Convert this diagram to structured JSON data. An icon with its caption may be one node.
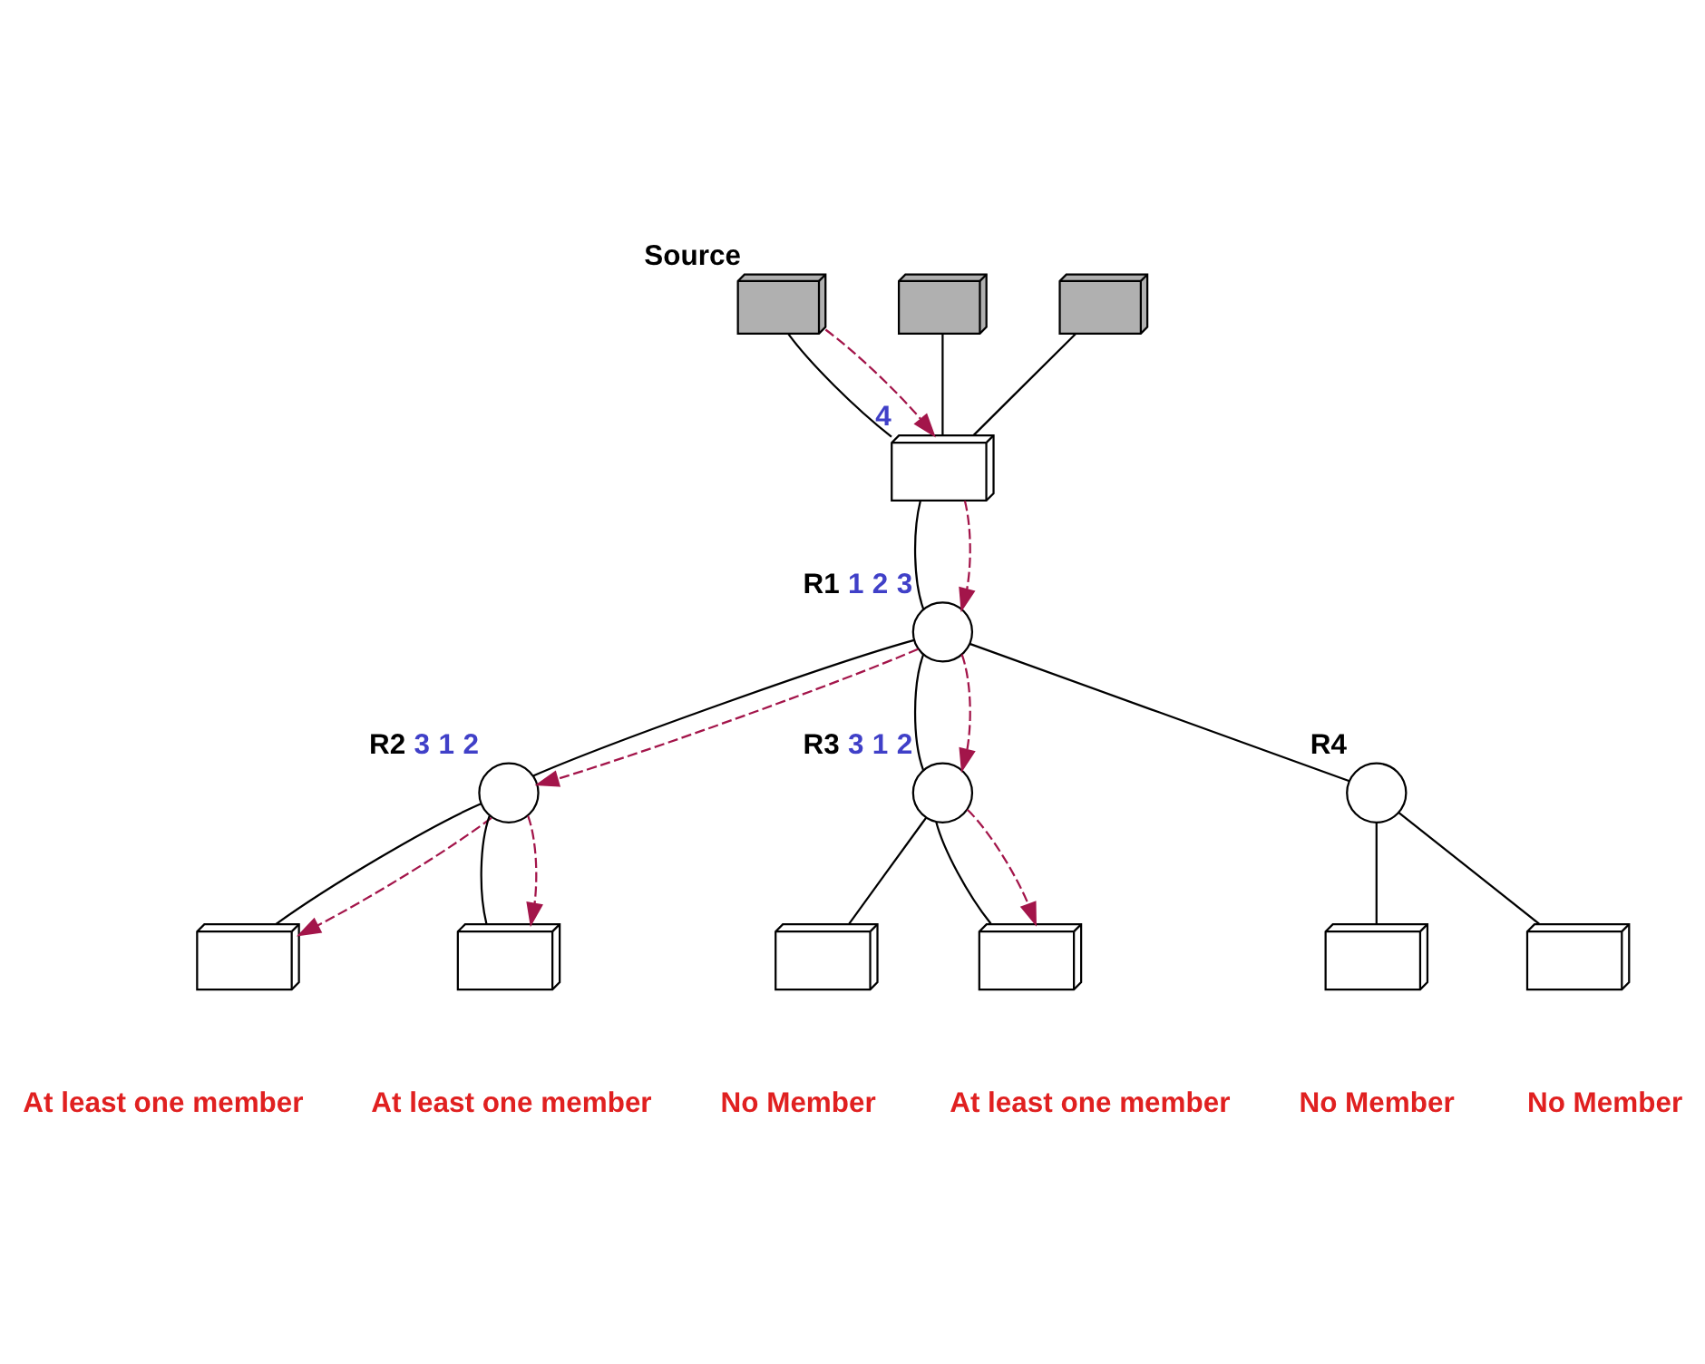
{
  "diagram": {
    "nodes": [
      {
        "text": [],
        "shape": "picture",
        "beside": [
          "Source"
        ]
      },
      {
        "text": [],
        "shape": "picture"
      },
      {
        "text": [],
        "shape": "picture"
      },
      {
        "text": [],
        "shape": "box",
        "beside": [
          "4"
        ]
      },
      {
        "text": [],
        "shape": "circle",
        "beside": [
          "R1",
          "1",
          "2",
          "3"
        ]
      },
      {
        "text": [],
        "shape": "circle",
        "beside": [
          "R2",
          "3",
          "1",
          "2"
        ]
      },
      {
        "text": [],
        "shape": "circle",
        "beside": [
          "R3",
          "3",
          "1",
          "2"
        ]
      },
      {
        "text": [],
        "shape": "circle",
        "beside": [
          "R4"
        ]
      },
      {
        "text": [],
        "shape": "box",
        "beside": [
          "At least one member"
        ]
      },
      {
        "text": [],
        "shape": "box",
        "beside": [
          "At least one member"
        ]
      },
      {
        "text": [],
        "shape": "box",
        "beside": [
          "No Member"
        ]
      },
      {
        "text": [],
        "shape": "box",
        "beside": [
          "At least one member"
        ]
      },
      {
        "text": [],
        "shape": "box",
        "beside": [
          "No Member"
        ]
      },
      {
        "text": [],
        "shape": "box",
        "beside": [
          "No Member"
        ]
      }
    ],
    "edges": [
      {
        "from": 0,
        "to": 3,
        "arrow": "none"
      },
      {
        "from": 1,
        "to": 3,
        "arrow": "none"
      },
      {
        "from": 2,
        "to": 3,
        "arrow": "none"
      },
      {
        "from": 3,
        "to": 4,
        "arrow": "none"
      },
      {
        "from": 4,
        "to": 5,
        "arrow": "none"
      },
      {
        "from": 4,
        "to": 6,
        "arrow": "none"
      },
      {
        "from": 4,
        "to": 7,
        "arrow": "none"
      },
      {
        "from": 5,
        "to": 8,
        "arrow": "none"
      },
      {
        "from": 5,
        "to": 9,
        "arrow": "none"
      },
      {
        "from": 6,
        "to": 10,
        "arrow": "none"
      },
      {
        "from": 6,
        "to": 11,
        "arrow": "none"
      },
      {
        "from": 7,
        "to": 12,
        "arrow": "none"
      },
      {
        "from": 7,
        "to": 13,
        "arrow": "none"
      },
      {
        "from": 0,
        "to": 3,
        "arrow": "to",
        "style": "dashed",
        "color": "#a3154a"
      },
      {
        "from": 3,
        "to": 4,
        "arrow": "to",
        "style": "dashed",
        "color": "#a3154a"
      },
      {
        "from": 4,
        "to": 5,
        "arrow": "to",
        "style": "dashed",
        "color": "#a3154a"
      },
      {
        "from": 4,
        "to": 6,
        "arrow": "to",
        "style": "dashed",
        "color": "#a3154a"
      },
      {
        "from": 5,
        "to": 8,
        "arrow": "to",
        "style": "dashed",
        "color": "#a3154a"
      },
      {
        "from": 5,
        "to": 9,
        "arrow": "to",
        "style": "dashed",
        "color": "#a3154a"
      },
      {
        "from": 6,
        "to": 11,
        "arrow": "to",
        "style": "dashed",
        "color": "#a3154a"
      }
    ]
  }
}
